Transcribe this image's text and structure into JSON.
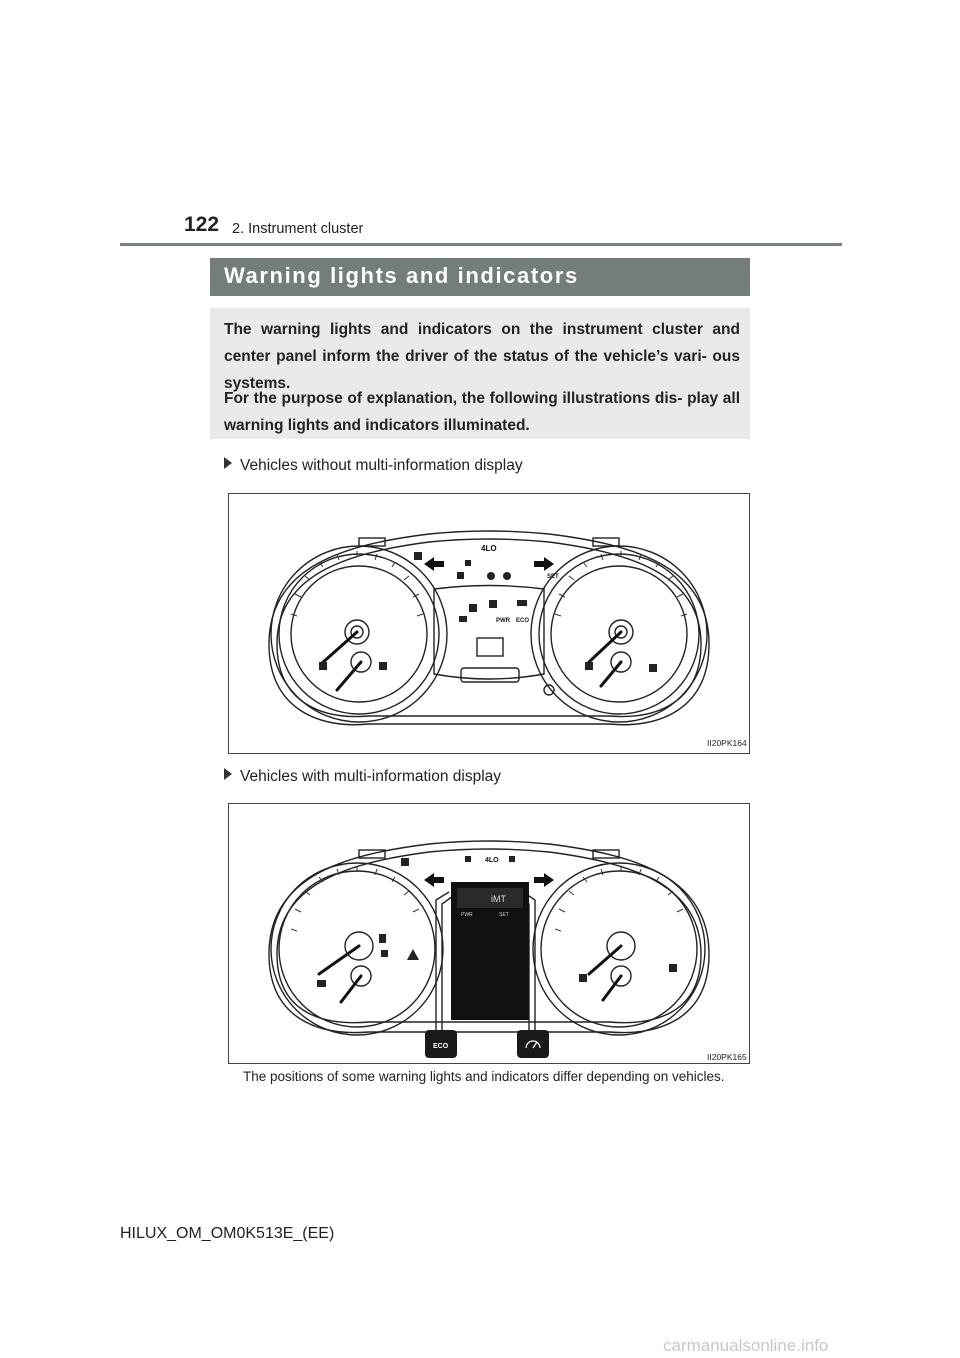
{
  "header": {
    "page_number": "122",
    "section": "2. Instrument cluster"
  },
  "title": "Warning lights and indicators",
  "intro": {
    "paragraph1": "The warning lights and indicators on the instrument cluster and center panel inform the driver of the status of the vehicle’s vari- ous systems.",
    "paragraph2": "For the purpose of explanation, the following illustrations dis- play all warning lights and indicators illuminated."
  },
  "figure1": {
    "caption": "Vehicles without multi-information display",
    "code": "II20PK164",
    "labels": {
      "four_lo": "4LO",
      "set": "SET",
      "pwr": "PWR",
      "eco": "ECO"
    }
  },
  "figure2": {
    "caption": "Vehicles with multi-information display",
    "code": "II20PK165",
    "labels": {
      "four_lo": "4LO",
      "imt": "iMT",
      "pwr": "PWR",
      "set": "SET",
      "eco_callout": "ECO"
    }
  },
  "note": "The positions of some warning lights and indicators differ depending on vehicles.",
  "footer": "HILUX_OM_OM0K513E_(EE)",
  "watermark": "carmanualsonline.info"
}
